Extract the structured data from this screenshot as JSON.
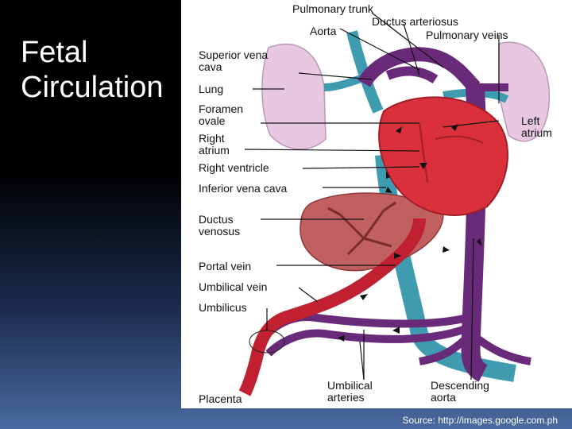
{
  "slide": {
    "title": "Fetal\nCirculation",
    "source": "Source: http://images.google.com.ph"
  },
  "diagram": {
    "labels": {
      "pulmonary_trunk": "Pulmonary trunk",
      "ductus_arteriosus": "Ductus arteriosus",
      "aorta": "Aorta",
      "pulmonary_veins": "Pulmonary veins",
      "superior_vena_cava": "Superior vena\ncava",
      "lung": "Lung",
      "foramen_ovale": "Foramen\novale",
      "left_atrium": "Left\natrium",
      "right_atrium": "Right\natrium",
      "right_ventricle": "Right ventricle",
      "inferior_vena_cava": "Inferior vena cava",
      "ductus_venosus": "Ductus\nvenosus",
      "portal_vein": "Portal vein",
      "umbilical_vein": "Umbilical vein",
      "umbilicus": "Umbilicus",
      "umbilical_arteries": "Umbilical\narteries",
      "descending_aorta": "Descending\naorta",
      "placenta": "Placenta"
    },
    "colors": {
      "heart": "#d9303c",
      "vessels_purple": "#6a2a7a",
      "vessels_blue": "#3f9cb0",
      "lung": "#e8c8e0",
      "liver": "#c06060",
      "umbilical_vein": "#c02030"
    }
  }
}
